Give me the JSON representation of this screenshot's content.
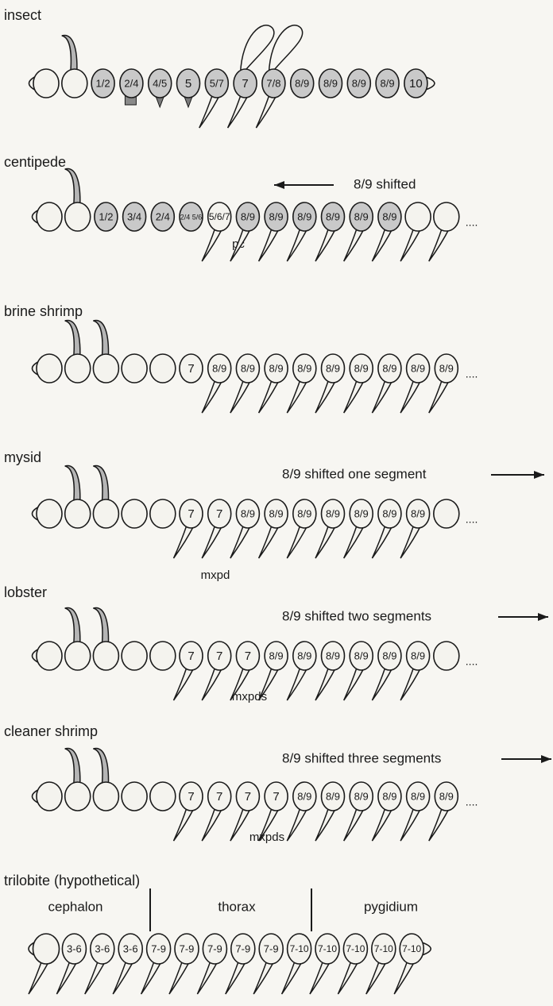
{
  "rows": [
    {
      "name": "insect",
      "segments": [
        {
          "label": "",
          "fill": "light"
        },
        {
          "label": "",
          "fill": "light",
          "antenna": true
        },
        {
          "label": "1/2",
          "fill": "gray"
        },
        {
          "label": "2/4",
          "fill": "gray",
          "box": true
        },
        {
          "label": "4/5",
          "fill": "gray",
          "spike": true
        },
        {
          "label": "5",
          "fill": "gray",
          "spike": true
        },
        {
          "label": "5/7",
          "fill": "gray",
          "leg": true
        },
        {
          "label": "7",
          "fill": "gray",
          "leg": true,
          "wing": true
        },
        {
          "label": "7/8",
          "fill": "gray",
          "leg": true,
          "wing": true
        },
        {
          "label": "8/9",
          "fill": "gray"
        },
        {
          "label": "8/9",
          "fill": "gray"
        },
        {
          "label": "8/9",
          "fill": "gray"
        },
        {
          "label": "8/9",
          "fill": "gray"
        },
        {
          "label": "10",
          "fill": "gray"
        }
      ]
    },
    {
      "name": "centipede",
      "annotation": "8/9 shifted",
      "below_label": "pc",
      "segments": [
        {
          "label": "",
          "fill": "light"
        },
        {
          "label": "",
          "fill": "light",
          "antenna": true
        },
        {
          "label": "1/2",
          "fill": "gray"
        },
        {
          "label": "3/4",
          "fill": "gray"
        },
        {
          "label": "2/4",
          "fill": "gray"
        },
        {
          "label": "2/4 5/6",
          "fill": "gray"
        },
        {
          "label": "5/6/7",
          "fill": "light",
          "leg": true
        },
        {
          "label": "8/9",
          "fill": "gray",
          "leg": true
        },
        {
          "label": "8/9",
          "fill": "gray",
          "leg": true
        },
        {
          "label": "8/9",
          "fill": "gray",
          "leg": true
        },
        {
          "label": "8/9",
          "fill": "gray",
          "leg": true
        },
        {
          "label": "8/9",
          "fill": "gray",
          "leg": true
        },
        {
          "label": "8/9",
          "fill": "gray",
          "leg": true
        },
        {
          "label": "",
          "fill": "light",
          "leg": true
        },
        {
          "label": "",
          "fill": "light",
          "leg": true
        }
      ]
    },
    {
      "name": "brine shrimp",
      "segments": [
        {
          "label": "",
          "fill": "light"
        },
        {
          "label": "",
          "fill": "light",
          "antenna": true
        },
        {
          "label": "",
          "fill": "light",
          "antenna": true
        },
        {
          "label": "",
          "fill": "light"
        },
        {
          "label": "",
          "fill": "light"
        },
        {
          "label": "7",
          "fill": "light"
        },
        {
          "label": "8/9",
          "fill": "light",
          "leg": true
        },
        {
          "label": "8/9",
          "fill": "light",
          "leg": true
        },
        {
          "label": "8/9",
          "fill": "light",
          "leg": true
        },
        {
          "label": "8/9",
          "fill": "light",
          "leg": true
        },
        {
          "label": "8/9",
          "fill": "light",
          "leg": true
        },
        {
          "label": "8/9",
          "fill": "light",
          "leg": true
        },
        {
          "label": "8/9",
          "fill": "light",
          "leg": true
        },
        {
          "label": "8/9",
          "fill": "light",
          "leg": true
        },
        {
          "label": "8/9",
          "fill": "light",
          "leg": true
        }
      ]
    },
    {
      "name": "mysid",
      "annotation": "8/9 shifted one segment",
      "below_label": "mxpd",
      "segments": [
        {
          "label": "",
          "fill": "light"
        },
        {
          "label": "",
          "fill": "light",
          "antenna": true
        },
        {
          "label": "",
          "fill": "light",
          "antenna": true
        },
        {
          "label": "",
          "fill": "light"
        },
        {
          "label": "",
          "fill": "light"
        },
        {
          "label": "7",
          "fill": "light",
          "leg": true
        },
        {
          "label": "7",
          "fill": "light",
          "leg": true
        },
        {
          "label": "8/9",
          "fill": "light",
          "leg": true
        },
        {
          "label": "8/9",
          "fill": "light",
          "leg": true
        },
        {
          "label": "8/9",
          "fill": "light",
          "leg": true
        },
        {
          "label": "8/9",
          "fill": "light",
          "leg": true
        },
        {
          "label": "8/9",
          "fill": "light",
          "leg": true
        },
        {
          "label": "8/9",
          "fill": "light",
          "leg": true
        },
        {
          "label": "8/9",
          "fill": "light",
          "leg": true
        },
        {
          "label": "",
          "fill": "light"
        }
      ]
    },
    {
      "name": "lobster",
      "annotation": "8/9 shifted two segments",
      "below_label": "mxpds",
      "segments": [
        {
          "label": "",
          "fill": "light"
        },
        {
          "label": "",
          "fill": "light",
          "antenna": true
        },
        {
          "label": "",
          "fill": "light",
          "antenna": true
        },
        {
          "label": "",
          "fill": "light"
        },
        {
          "label": "",
          "fill": "light"
        },
        {
          "label": "7",
          "fill": "light",
          "leg": true
        },
        {
          "label": "7",
          "fill": "light",
          "leg": true
        },
        {
          "label": "7",
          "fill": "light",
          "leg": true
        },
        {
          "label": "8/9",
          "fill": "light",
          "leg": true
        },
        {
          "label": "8/9",
          "fill": "light",
          "leg": true
        },
        {
          "label": "8/9",
          "fill": "light",
          "leg": true
        },
        {
          "label": "8/9",
          "fill": "light",
          "leg": true
        },
        {
          "label": "8/9",
          "fill": "light",
          "leg": true
        },
        {
          "label": "8/9",
          "fill": "light",
          "leg": true
        },
        {
          "label": "",
          "fill": "light"
        }
      ]
    },
    {
      "name": "cleaner shrimp",
      "annotation": "8/9 shifted three segments",
      "below_label": "mxpds",
      "segments": [
        {
          "label": "",
          "fill": "light"
        },
        {
          "label": "",
          "fill": "light",
          "antenna": true
        },
        {
          "label": "",
          "fill": "light",
          "antenna": true
        },
        {
          "label": "",
          "fill": "light"
        },
        {
          "label": "",
          "fill": "light"
        },
        {
          "label": "7",
          "fill": "light",
          "leg": true
        },
        {
          "label": "7",
          "fill": "light",
          "leg": true
        },
        {
          "label": "7",
          "fill": "light",
          "leg": true
        },
        {
          "label": "7",
          "fill": "light",
          "leg": true
        },
        {
          "label": "8/9",
          "fill": "light",
          "leg": true
        },
        {
          "label": "8/9",
          "fill": "light",
          "leg": true
        },
        {
          "label": "8/9",
          "fill": "light",
          "leg": true
        },
        {
          "label": "8/9",
          "fill": "light",
          "leg": true
        },
        {
          "label": "8/9",
          "fill": "light",
          "leg": true
        },
        {
          "label": "8/9",
          "fill": "light",
          "leg": true
        }
      ]
    },
    {
      "name": "trilobite (hypothetical)",
      "regions": [
        "cephalon",
        "thorax",
        "pygidium"
      ],
      "segments": [
        {
          "label": "",
          "fill": "light",
          "leg": true
        },
        {
          "label": "3-6",
          "fill": "light",
          "leg": true
        },
        {
          "label": "3-6",
          "fill": "light",
          "leg": true
        },
        {
          "label": "3-6",
          "fill": "light",
          "leg": true
        },
        {
          "label": "7-9",
          "fill": "light",
          "leg": true
        },
        {
          "label": "7-9",
          "fill": "light",
          "leg": true
        },
        {
          "label": "7-9",
          "fill": "light",
          "leg": true
        },
        {
          "label": "7-9",
          "fill": "light",
          "leg": true
        },
        {
          "label": "7-9",
          "fill": "light",
          "leg": true
        },
        {
          "label": "7-10",
          "fill": "light",
          "leg": true
        },
        {
          "label": "7-10",
          "fill": "light",
          "leg": true
        },
        {
          "label": "7-10",
          "fill": "light",
          "leg": true
        },
        {
          "label": "7-10",
          "fill": "light",
          "leg": true
        },
        {
          "label": "7-10",
          "fill": "light",
          "leg": true
        }
      ]
    }
  ],
  "colors": {
    "gray": "#c9c9c9",
    "light": "#f4f3ee",
    "ink": "#1a1a1a"
  }
}
